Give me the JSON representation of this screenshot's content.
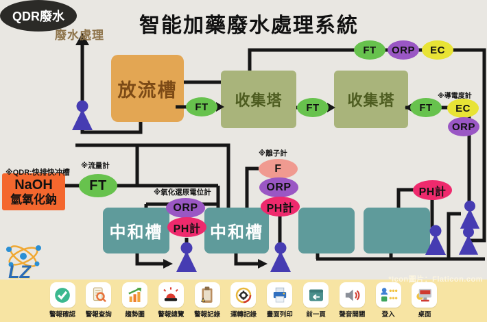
{
  "title": "智能加藥廢水處理系統",
  "header": {
    "effluent_label": "廢水處理"
  },
  "nodes": {
    "discharge_tank": "放流槽",
    "collection_tower": "收集塔",
    "neutralization_tank": "中和槽",
    "qdr": "QDR廢水",
    "naoh_formula": "NaOH",
    "naoh_name": "氫氧化鈉"
  },
  "sensor_labels": {
    "ft": "FT",
    "orp": "ORP",
    "ec": "EC",
    "f": "F",
    "ph": "PH計"
  },
  "annotations": {
    "qdr_note": "※QDR:快排快冲槽",
    "flow_meter": "※流量計",
    "orp_meter": "※氧化還原電位計",
    "ion_meter": "※離子計",
    "conductivity_meter": "※導電度計"
  },
  "logo_text": "LZ",
  "watermark": "*Icon圖片：Flaticon.com",
  "toolbar": {
    "items": [
      {
        "label": "警報確認",
        "icon": "check-circle"
      },
      {
        "label": "警報查詢",
        "icon": "doc-search"
      },
      {
        "label": "趨勢圖",
        "icon": "trend-chart"
      },
      {
        "label": "警報總覽",
        "icon": "alarm-siren"
      },
      {
        "label": "警報記錄",
        "icon": "clipboard-warning"
      },
      {
        "label": "運轉記錄",
        "icon": "gear-ring"
      },
      {
        "label": "畫面列印",
        "icon": "printer"
      },
      {
        "label": "前一頁",
        "icon": "back-window"
      },
      {
        "label": "聲音開關",
        "icon": "speaker"
      },
      {
        "label": "登入",
        "icon": "login"
      },
      {
        "label": "桌面",
        "icon": "desktop"
      }
    ]
  },
  "colors": {
    "ft": "#67c24d",
    "orp": "#9a57c4",
    "ec": "#e8e336",
    "f": "#f09a90",
    "ph": "#ee2a6d",
    "tower": "#a9b47b",
    "neut": "#5f9b9b",
    "discharge": "#e3a653",
    "naoh": "#f4672e",
    "qdr": "#2b2a27",
    "band": "#f7e4a3",
    "line": "#161616",
    "person": "#463cb2"
  }
}
